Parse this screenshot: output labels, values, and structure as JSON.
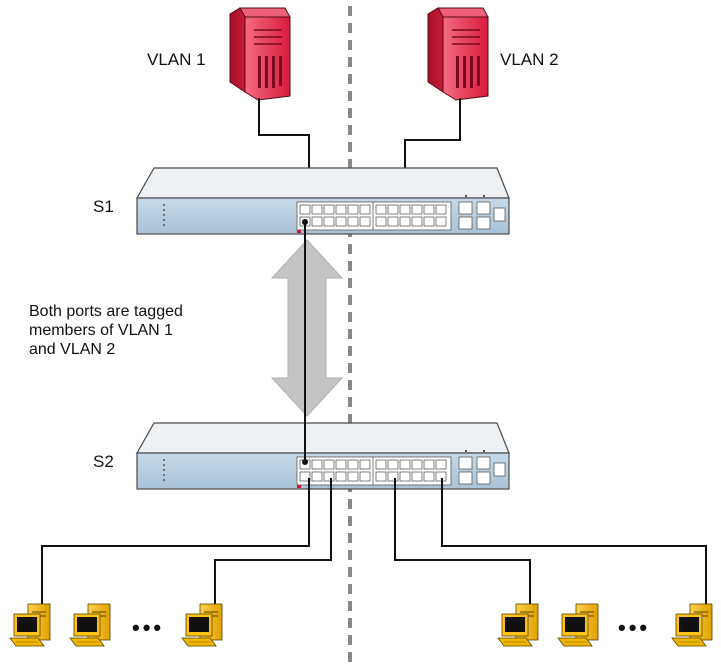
{
  "servers": [
    {
      "label": "VLAN 1",
      "icon": "server-icon"
    },
    {
      "label": "VLAN 2",
      "icon": "server-icon"
    }
  ],
  "switches": [
    {
      "label": "S1",
      "icon": "switch-icon"
    },
    {
      "label": "S2",
      "icon": "switch-icon"
    }
  ],
  "trunk_note": [
    "Both ports are tagged",
    "members of VLAN 1",
    "and VLAN 2"
  ],
  "ellipsis": "•••",
  "colors": {
    "server": "#e8334f",
    "switch_body": "#b8cfe0",
    "switch_top": "#eef1f4",
    "arrow": "#c0c0c0",
    "divider": "#888888",
    "workstation": "#f0b400"
  }
}
